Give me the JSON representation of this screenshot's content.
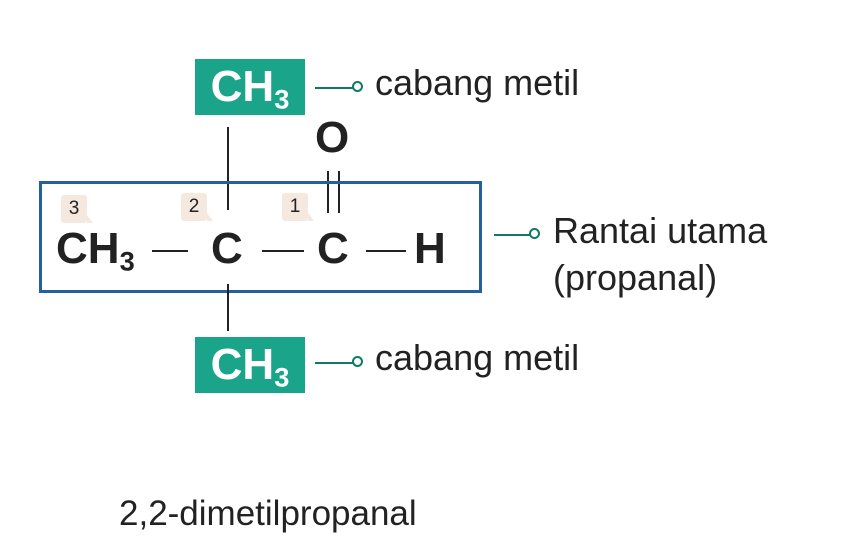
{
  "branches": {
    "top": {
      "label": "CH",
      "sub": "3",
      "annotation": "cabang metil"
    },
    "bottom": {
      "label": "CH",
      "sub": "3",
      "annotation": "cabang metil"
    }
  },
  "oxygen": "O",
  "main_chain": {
    "annotation_line1": "Rantai utama",
    "annotation_line2": "(propanal)",
    "atoms": [
      {
        "label": "CH",
        "sub": "3",
        "number": "3"
      },
      {
        "label": "C",
        "sub": "",
        "number": "2"
      },
      {
        "label": "C",
        "sub": "",
        "number": "1"
      },
      {
        "label": "H",
        "sub": "",
        "number": ""
      }
    ]
  },
  "compound_name": "2,2-dimetilpropanal",
  "colors": {
    "branch_highlight": "#1aa58a",
    "connector": "#0e7a64",
    "frame": "#245f9e",
    "number_badge": "#f4e8df"
  }
}
